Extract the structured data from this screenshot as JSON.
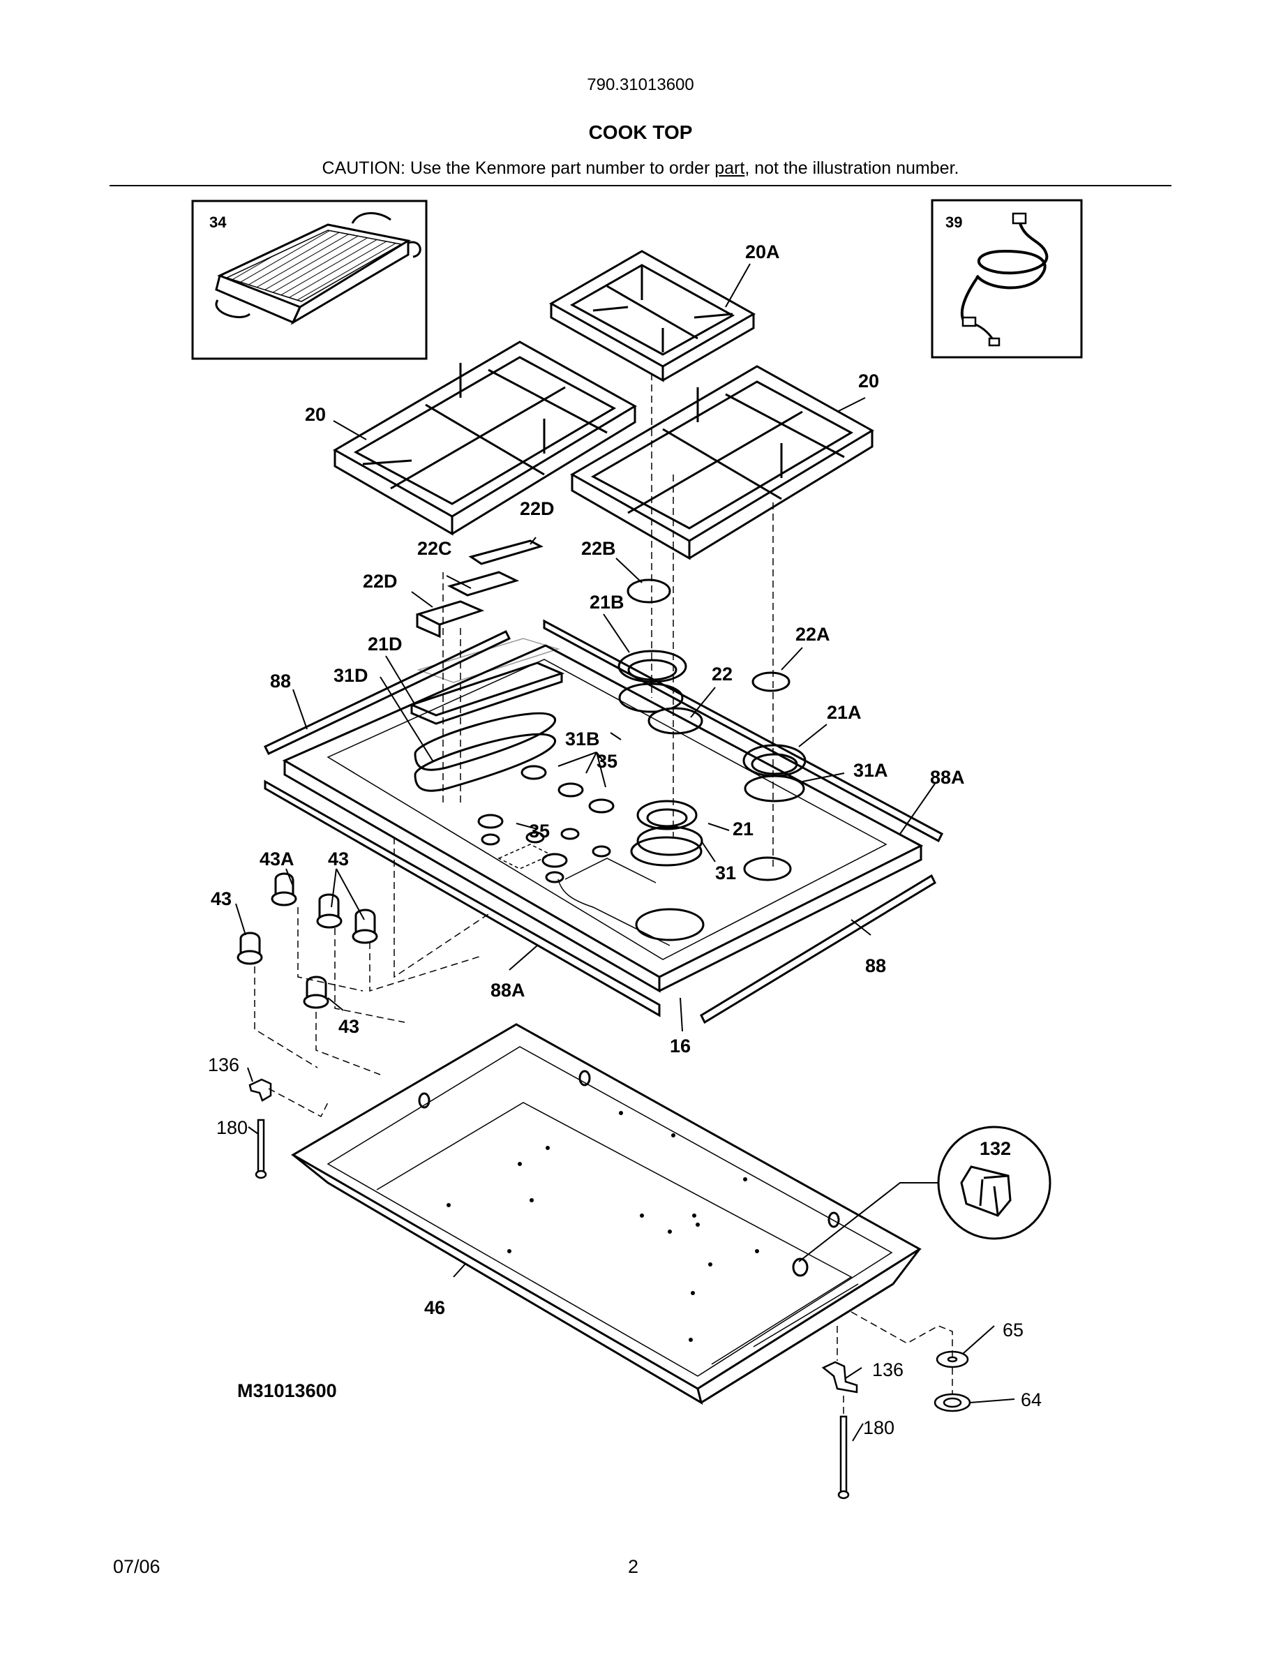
{
  "header": {
    "model_number": "790.31013600",
    "title": "COOK TOP",
    "caution_prefix": "CAUTION: Use the Kenmore part number to order ",
    "caution_underlined": "part",
    "caution_suffix": ", not the illustration number."
  },
  "diagram": {
    "figure_id": "M31013600",
    "inset_labels": {
      "griddle": "34",
      "power_cord": "39",
      "detail": "132"
    },
    "callouts": {
      "grate_center": "20A",
      "grate_left": "20",
      "grate_right": "20",
      "cap_22D_top": "22D",
      "cap_22C": "22C",
      "cap_22D_left": "22D",
      "cap_22B": "22B",
      "head_21B": "21B",
      "cap_22A": "22A",
      "base_21D": "21D",
      "ring_31D": "31D",
      "trim_88_left": "88",
      "cap_22": "22",
      "head_21A": "21A",
      "ring_31B": "31B",
      "seal_35_top": "35",
      "ring_31A": "31A",
      "trim_88A_right": "88A",
      "seal_35_mid": "35",
      "head_21": "21",
      "ring_31": "31",
      "knob_43A": "43A",
      "knob_43_a": "43",
      "knob_43_b": "43",
      "knob_43_c": "43",
      "trim_88A_bottom": "88A",
      "trim_88_right": "88",
      "top_16": "16",
      "bracket_136_left": "136",
      "screw_180_left": "180",
      "pan_46": "46",
      "part_65": "65",
      "bracket_136_right": "136",
      "part_64": "64",
      "screw_180_right": "180"
    }
  },
  "footer": {
    "date": "07/06",
    "page": "2"
  }
}
